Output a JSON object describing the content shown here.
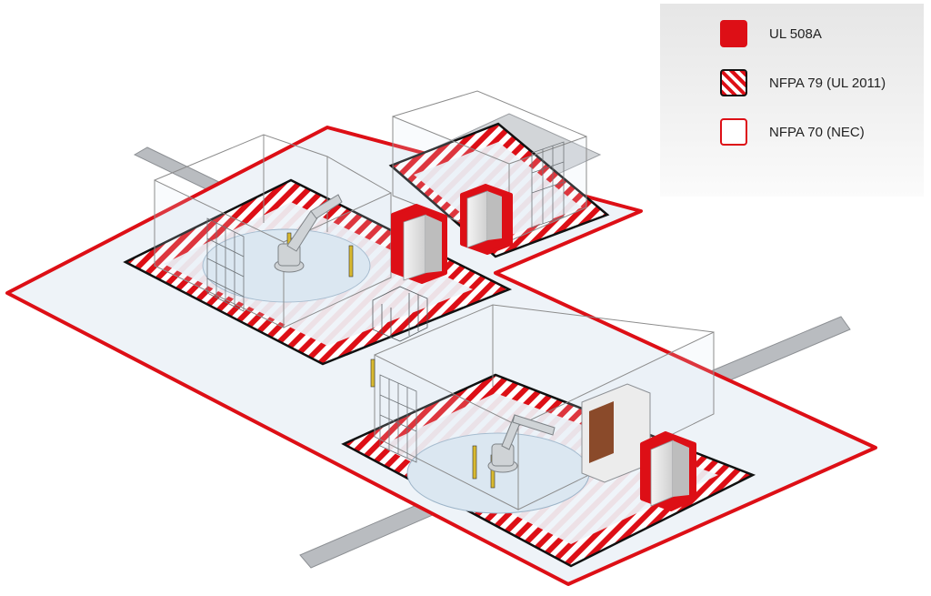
{
  "colors": {
    "red": "#dd0f16",
    "floor": "#eef3f8",
    "white": "#ffffff",
    "black": "#111111",
    "cabinet": "#e9e9e9",
    "glass_edge": "#8c8c8c",
    "conveyor": "#b9bcc0",
    "robot": "#cfd3d6",
    "oven_inner": "#8a4a2a"
  },
  "legend": {
    "items": [
      {
        "label": "UL 508A",
        "style": "solid"
      },
      {
        "label": "NFPA 79 (UL 2011)",
        "style": "hatched"
      },
      {
        "label": "NFPA 70 (NEC)",
        "style": "outline"
      }
    ]
  },
  "diagram": {
    "icons": [
      "control-cabinet-icon",
      "robot-arm-icon",
      "safety-fence-icon",
      "conveyor-icon",
      "oven-icon",
      "light-curtain-icon"
    ]
  }
}
